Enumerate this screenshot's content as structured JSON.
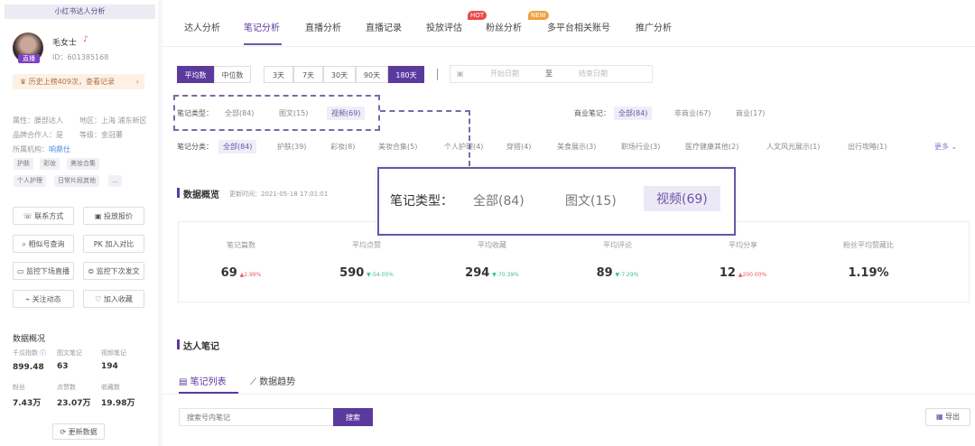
{
  "sidebar": {
    "title": "小红书达人分析",
    "name": "毛女士",
    "id": "ID：601385168",
    "live_badge": "直播",
    "history": "历史上榜409次，查看记录",
    "attrs": [
      "属性：腰部达人",
      "地区：上海 浦东新区",
      "品牌合作人：是",
      "等级：金冠薯"
    ],
    "org_label": "所属机构：",
    "org_value": "响鼎仕",
    "tags": [
      "护肤",
      "彩妆",
      "美妆合集",
      "个人护理",
      "日常片段其他",
      "..."
    ],
    "buttons": [
      "联系方式",
      "投放报价",
      "相似号查询",
      "加入对比",
      "监控下场直播",
      "监控下次发文",
      "关注动态",
      "加入收藏"
    ],
    "overview_title": "数据概况",
    "stats": [
      {
        "label": "千瓜指数",
        "value": "899.48"
      },
      {
        "label": "图文笔记",
        "value": "63"
      },
      {
        "label": "视频笔记",
        "value": "194"
      },
      {
        "label": "粉丝",
        "value": "7.43万"
      },
      {
        "label": "点赞数",
        "value": "23.07万"
      },
      {
        "label": "收藏数",
        "value": "19.98万"
      }
    ],
    "refresh": "更新数据"
  },
  "nav": {
    "tabs": [
      "达人分析",
      "笔记分析",
      "直播分析",
      "直播记录",
      "投放评估",
      "粉丝分析",
      "多平台相关账号",
      "推广分析"
    ],
    "active": 1,
    "hot": "HOT",
    "new": "NEW"
  },
  "filters": {
    "stat": [
      "平均数",
      "中位数"
    ],
    "days": [
      "3天",
      "7天",
      "30天",
      "90天",
      "180天"
    ],
    "start_placeholder": "开始日期",
    "to": "至",
    "end_placeholder": "结束日期",
    "type_label": "笔记类型：",
    "types": [
      "全部(84)",
      "图文(15)",
      "视频(69)"
    ],
    "biz_label": "商业笔记：",
    "biz": [
      "全部(84)",
      "非商业(67)",
      "商业(17)"
    ],
    "cat_label": "笔记分类：",
    "cats": [
      "全部(84)",
      "护肤(39)",
      "彩妆(8)",
      "美妆合集(5)",
      "个人护理(4)",
      "穿搭(4)",
      "美食展示(3)",
      "职场行业(3)",
      "医疗健康其他(2)",
      "人文风光展示(1)",
      "出行攻略(1)"
    ],
    "more": "更多"
  },
  "overview": {
    "title": "数据概览",
    "updated": "更新时间：2021-05-18 17:01:01",
    "metrics": [
      {
        "label": "笔记篇数",
        "value": "69",
        "change": "2.99%",
        "dir": "up"
      },
      {
        "label": "平均点赞",
        "value": "590",
        "change": "-54.05%",
        "dir": "down"
      },
      {
        "label": "平均收藏",
        "value": "294",
        "change": "-70.39%",
        "dir": "down"
      },
      {
        "label": "平均评论",
        "value": "89",
        "change": "-7.29%",
        "dir": "down"
      },
      {
        "label": "平均分享",
        "value": "12",
        "change": "200.00%",
        "dir": "up"
      },
      {
        "label": "粉丝平均赞藏比",
        "value": "1.19%",
        "change": "",
        "dir": ""
      }
    ]
  },
  "popup": {
    "label": "笔记类型：",
    "items": [
      "全部(84)",
      "图文(15)",
      "视频(69)"
    ]
  },
  "notes": {
    "title": "达人笔记",
    "tabs": [
      "笔记列表",
      "数据趋势"
    ],
    "search_placeholder": "搜索号内笔记",
    "search": "搜索",
    "export": "导出"
  }
}
